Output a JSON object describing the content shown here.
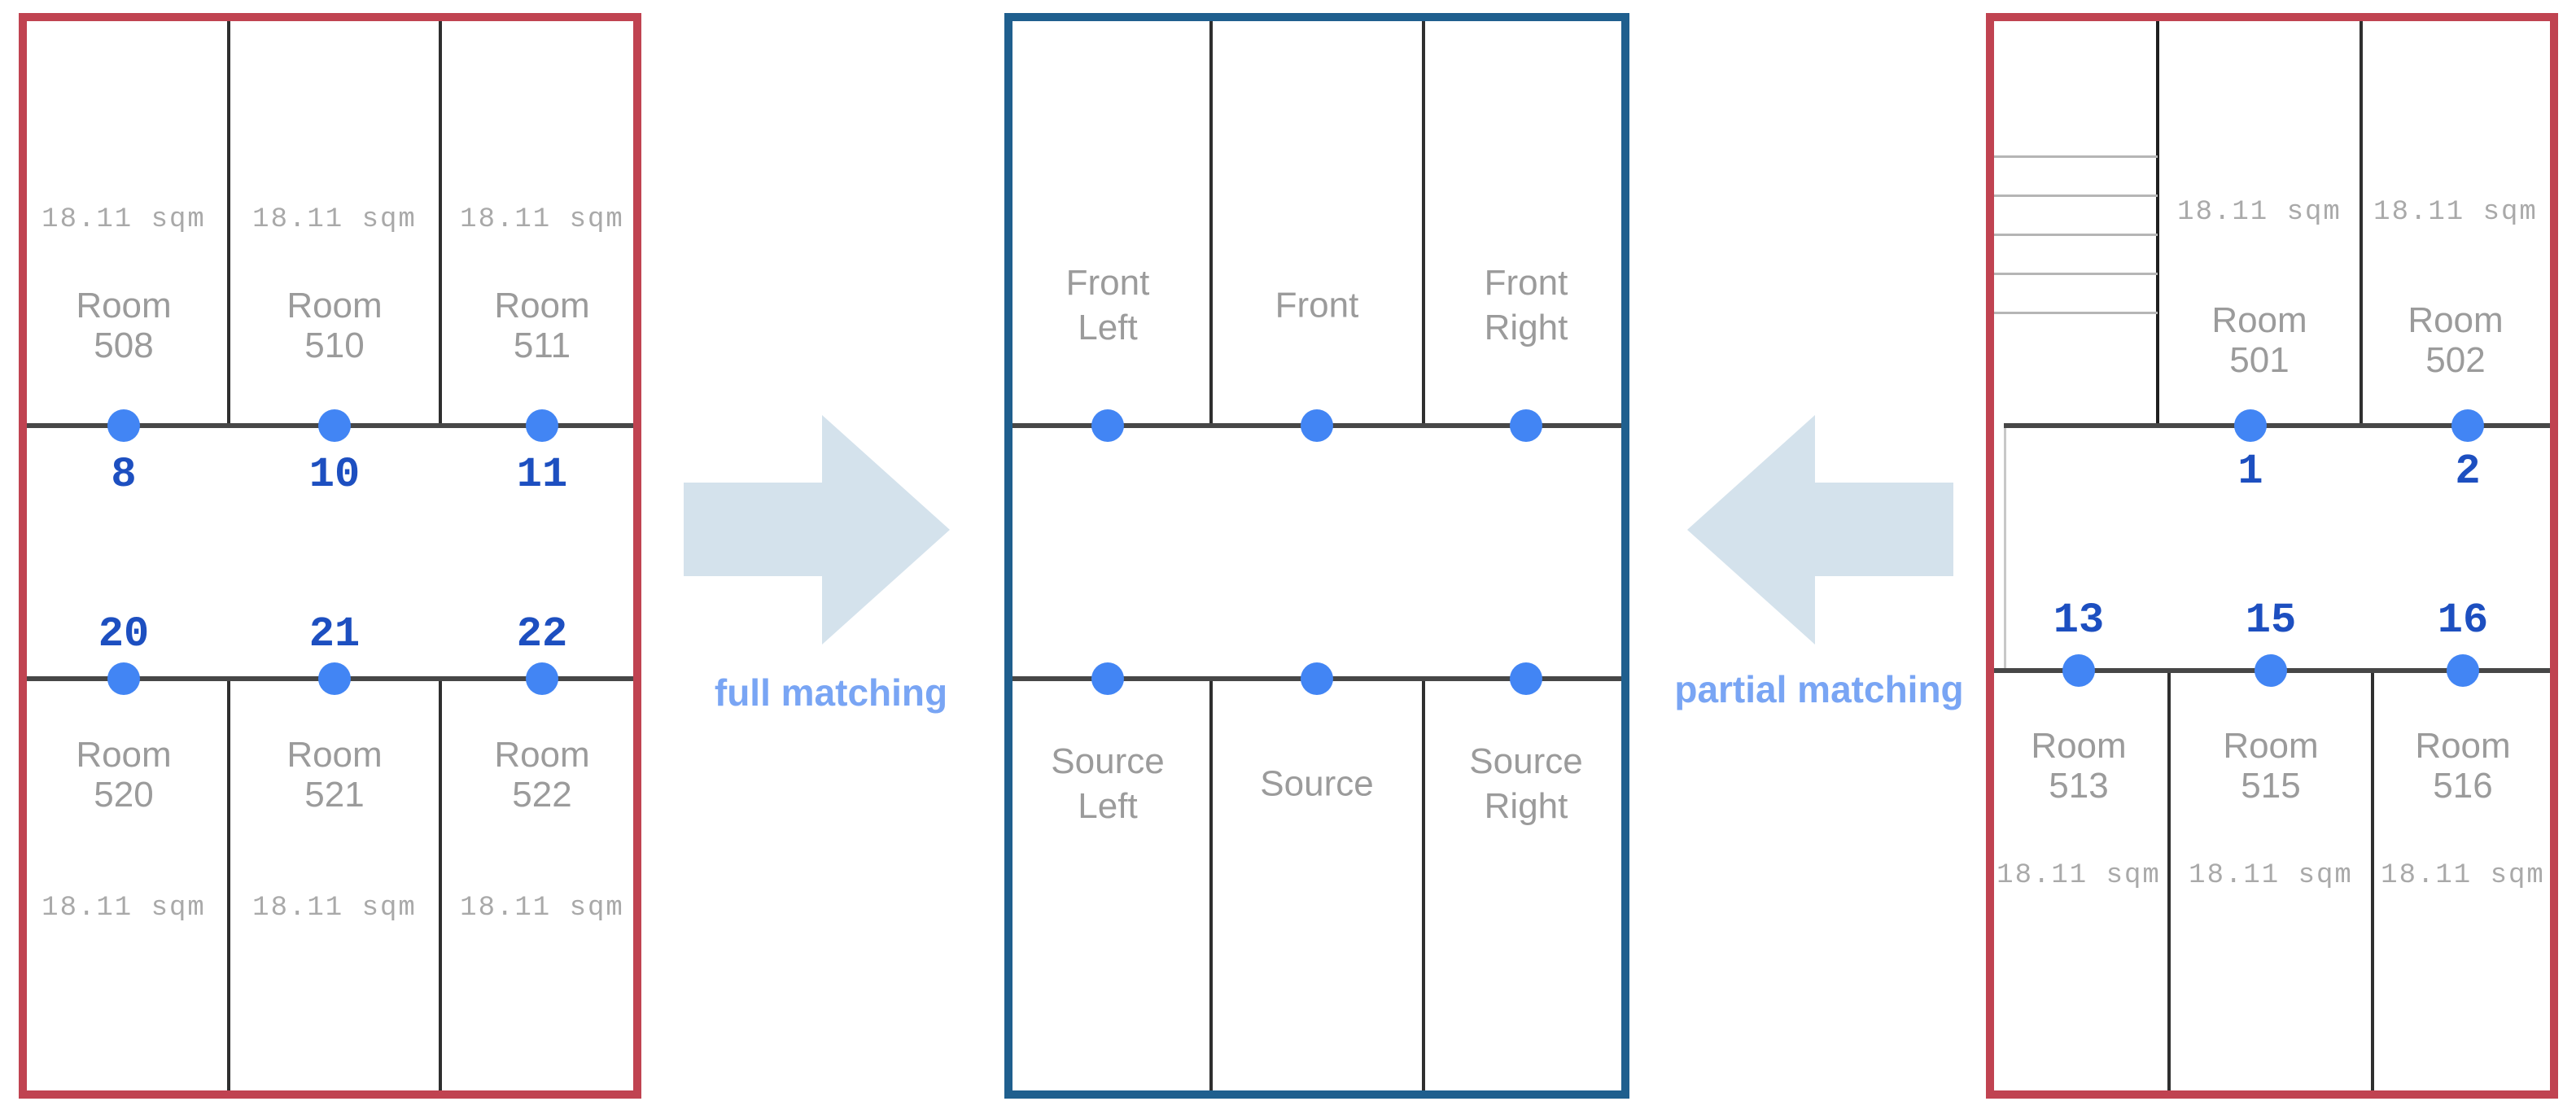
{
  "colors": {
    "source_panel_border": "#c04351",
    "template_panel_border": "#1f5f8e",
    "match_point_dot": "#4285f4",
    "match_point_id_text": "#1d4fc0",
    "matching_label_text": "#79a5f4",
    "arrow_fill": "#d4e2ec",
    "room_label_text": "#9b9b9b"
  },
  "left_panel": {
    "top_rooms": [
      {
        "area": "18.11 sqm",
        "name": "Room",
        "number": "508",
        "point": "8"
      },
      {
        "area": "18.11 sqm",
        "name": "Room",
        "number": "510",
        "point": "10"
      },
      {
        "area": "18.11 sqm",
        "name": "Room",
        "number": "511",
        "point": "11"
      }
    ],
    "bottom_rooms": [
      {
        "area": "18.11 sqm",
        "name": "Room",
        "number": "520",
        "point": "20"
      },
      {
        "area": "18.11 sqm",
        "name": "Room",
        "number": "521",
        "point": "21"
      },
      {
        "area": "18.11 sqm",
        "name": "Room",
        "number": "522",
        "point": "22"
      }
    ]
  },
  "template_panel": {
    "front_sections": [
      {
        "label": "Front Left"
      },
      {
        "label": "Front"
      },
      {
        "label": "Front Right"
      }
    ],
    "source_sections": [
      {
        "label": "Source Left"
      },
      {
        "label": "Source"
      },
      {
        "label": "Source Right"
      }
    ]
  },
  "right_panel": {
    "stair_line_count": 5,
    "top_rooms": [
      {
        "area": "18.11 sqm",
        "name": "Room",
        "number": "501",
        "point": "1"
      },
      {
        "area": "18.11 sqm",
        "name": "Room",
        "number": "502",
        "point": "2"
      }
    ],
    "bottom_rooms": [
      {
        "area": "18.11 sqm",
        "name": "Room",
        "number": "513",
        "point": "13"
      },
      {
        "area": "18.11 sqm",
        "name": "Room",
        "number": "515",
        "point": "15"
      },
      {
        "area": "18.11 sqm",
        "name": "Room",
        "number": "516",
        "point": "16"
      }
    ]
  },
  "arrows": {
    "full_matching": {
      "label": "full matching",
      "direction": "right"
    },
    "partial_matching": {
      "label": "partial matching",
      "direction": "left"
    }
  }
}
